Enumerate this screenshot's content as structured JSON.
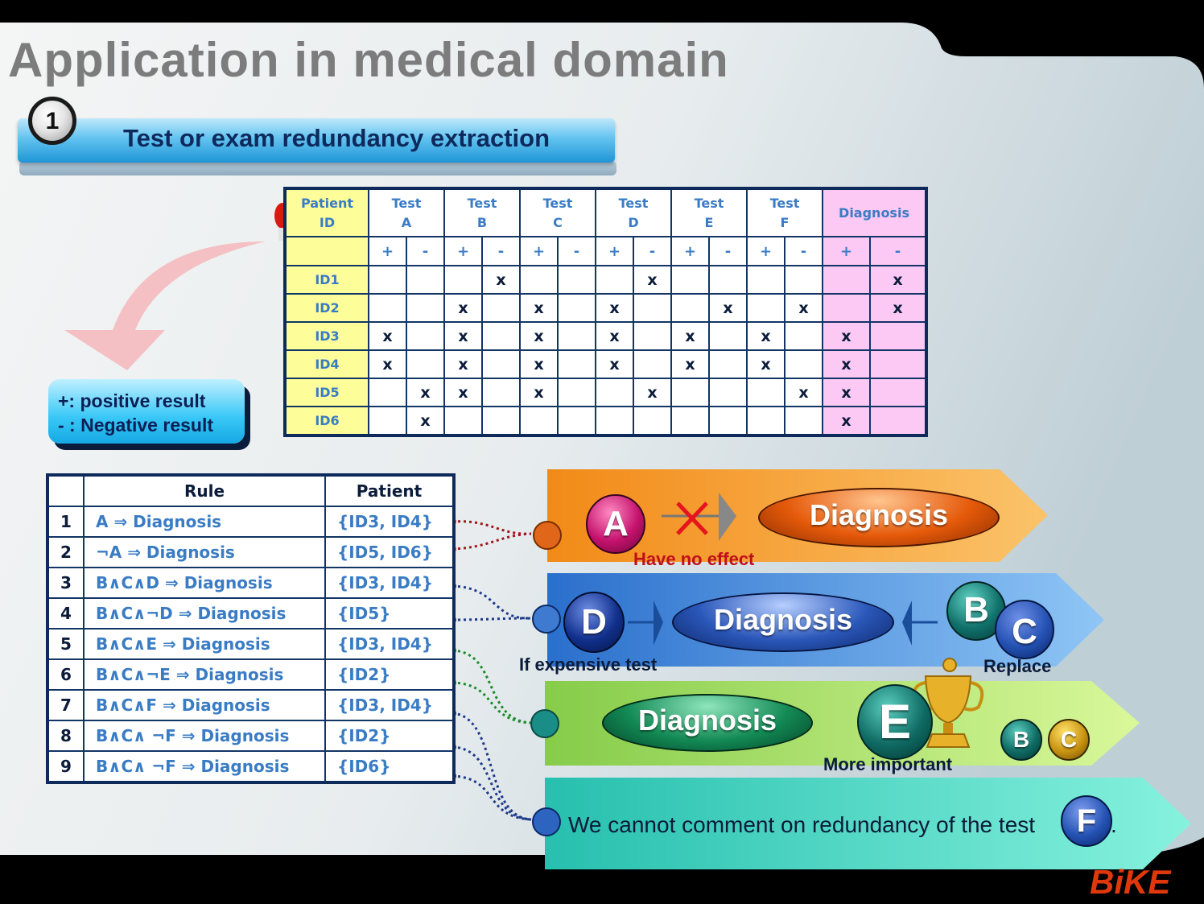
{
  "title": "Application in medical domain",
  "section": {
    "number": "1",
    "heading": "Test or exam redundancy extraction"
  },
  "legend": {
    "positive": "+: positive result",
    "negative": "- : Negative result"
  },
  "data_table": {
    "header": {
      "patient_line1": "Patient",
      "patient_line2": "ID",
      "tests": [
        {
          "l1": "Test",
          "l2": "A"
        },
        {
          "l1": "Test",
          "l2": "B"
        },
        {
          "l1": "Test",
          "l2": "C"
        },
        {
          "l1": "Test",
          "l2": "D"
        },
        {
          "l1": "Test",
          "l2": "E"
        },
        {
          "l1": "Test",
          "l2": "F"
        }
      ],
      "diagnosis": "Diagnosis",
      "plus": "+",
      "minus": "-"
    },
    "rows": [
      {
        "id": "ID1",
        "cells": [
          "",
          "",
          "",
          "x",
          "",
          "",
          "",
          "x",
          "",
          "",
          "",
          "",
          "",
          "x"
        ]
      },
      {
        "id": "ID2",
        "cells": [
          "",
          "",
          "x",
          "",
          "x",
          "",
          "x",
          "",
          "",
          "x",
          "",
          "x",
          "",
          "x"
        ]
      },
      {
        "id": "ID3",
        "cells": [
          "x",
          "",
          "x",
          "",
          "x",
          "",
          "x",
          "",
          "x",
          "",
          "x",
          "",
          "x",
          ""
        ]
      },
      {
        "id": "ID4",
        "cells": [
          "x",
          "",
          "x",
          "",
          "x",
          "",
          "x",
          "",
          "x",
          "",
          "x",
          "",
          "x",
          ""
        ]
      },
      {
        "id": "ID5",
        "cells": [
          "",
          "x",
          "x",
          "",
          "x",
          "",
          "",
          "x",
          "",
          "",
          "",
          "x",
          "x",
          ""
        ]
      },
      {
        "id": "ID6",
        "cells": [
          "",
          "x",
          "",
          "",
          "",
          "",
          "",
          "",
          "",
          "",
          "",
          "",
          "x",
          ""
        ]
      }
    ]
  },
  "rule_table": {
    "header": {
      "rule": "Rule",
      "patient": "Patient"
    },
    "rows": [
      {
        "n": "1",
        "rule": "A ⇒ Diagnosis",
        "patient": "{ID3, ID4}"
      },
      {
        "n": "2",
        "rule": "¬A ⇒ Diagnosis",
        "patient": "{ID5, ID6}"
      },
      {
        "n": "3",
        "rule": "B∧C∧D ⇒ Diagnosis",
        "patient": "{ID3, ID4}"
      },
      {
        "n": "4",
        "rule": "B∧C∧¬D ⇒ Diagnosis",
        "patient": "{ID5}"
      },
      {
        "n": "5",
        "rule": "B∧C∧E ⇒ Diagnosis",
        "patient": "{ID3, ID4}"
      },
      {
        "n": "6",
        "rule": "B∧C∧¬E ⇒ Diagnosis",
        "patient": "{ID2}"
      },
      {
        "n": "7",
        "rule": "B∧C∧F ⇒ Diagnosis",
        "patient": "{ID3, ID4}"
      },
      {
        "n": "8",
        "rule": "B∧C∧ ¬F ⇒ Diagnosis",
        "patient": "{ID2}"
      },
      {
        "n": "9",
        "rule": "B∧C∧ ¬F ⇒ Diagnosis",
        "patient": "{ID6}"
      }
    ]
  },
  "bands": {
    "a": {
      "orb": "A",
      "diagnosis": "Diagnosis",
      "caption": "Have no effect"
    },
    "d": {
      "orb": "D",
      "diagnosis": "Diagnosis",
      "orb_b": "B",
      "orb_c": "C",
      "caption_left": "If expensive test",
      "caption_right": "Replace"
    },
    "e": {
      "diagnosis": "Diagnosis",
      "orb": "E",
      "orb_b": "B",
      "orb_c": "C",
      "caption": "More important"
    },
    "f": {
      "text": "We cannot comment on redundancy of the test",
      "orb": "F",
      "period": "."
    }
  },
  "colors": {
    "band_orange": "#f7941d",
    "band_blue": "#2f79d1",
    "band_green": "#8fd14f",
    "band_teal": "#2ec4b6",
    "caption_red": "#c0101a",
    "logo": "#e0380a"
  },
  "logo": "BiKE"
}
